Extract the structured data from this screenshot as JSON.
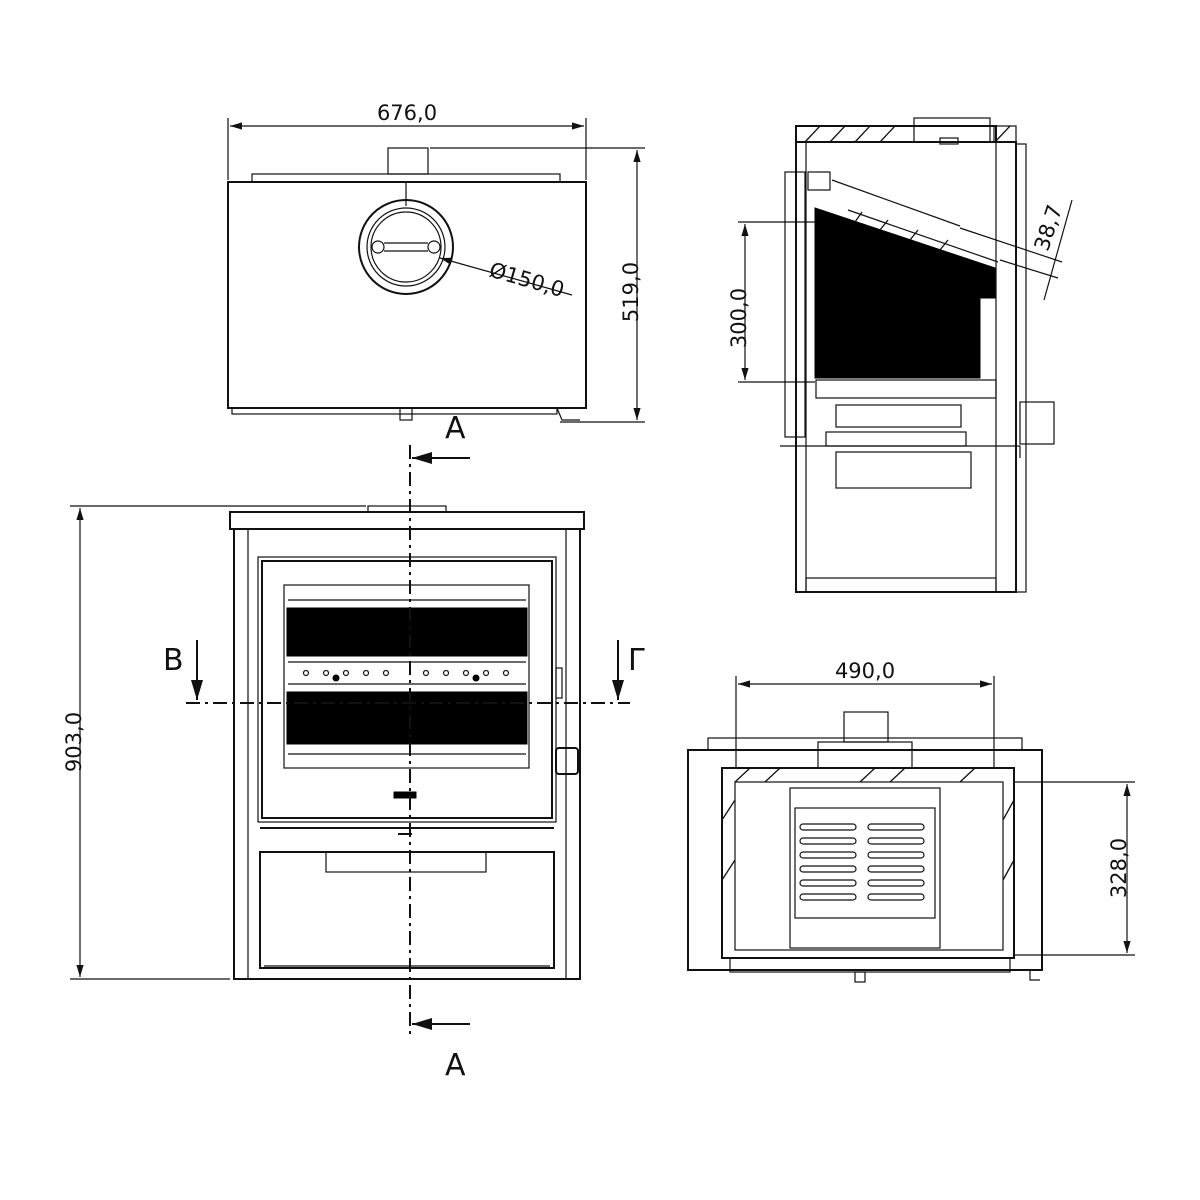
{
  "top_view": {
    "width_dim": "676,0",
    "depth_dim": "519,0",
    "flue_diameter_dim": "Ø150,0"
  },
  "side_section": {
    "angle_dim": "38,7",
    "firebox_height_dim": "300,0"
  },
  "front_view": {
    "height_dim": "903,0",
    "section_a_top": "A",
    "section_a_bottom": "A",
    "section_b_left": "B",
    "section_g_right": "Г"
  },
  "plan_section": {
    "width_dim": "490,0",
    "depth_dim": "328,0"
  }
}
